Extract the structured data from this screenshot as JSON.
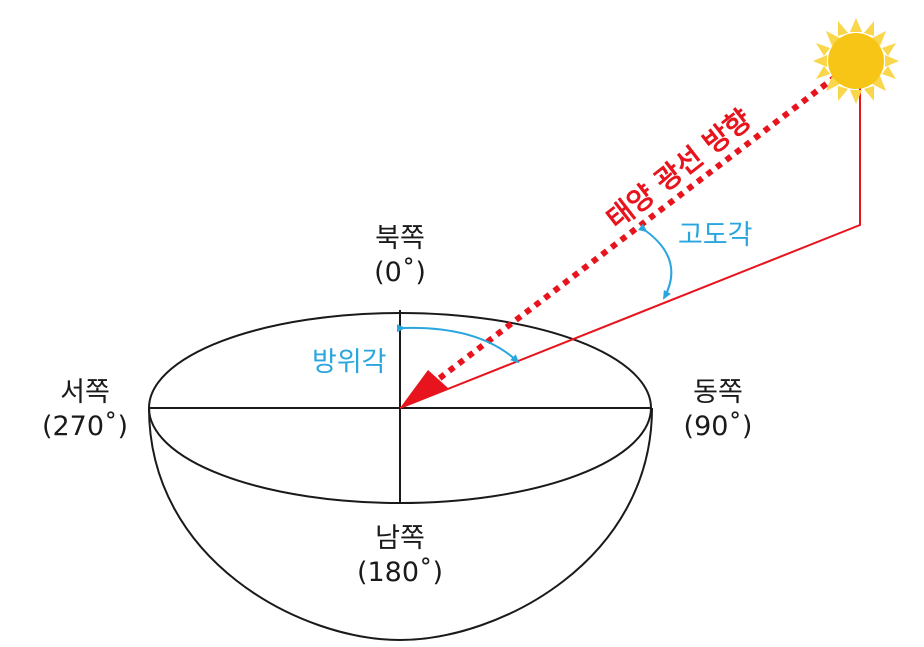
{
  "directions": {
    "north": {
      "name": "북쪽",
      "deg": "(0˚)"
    },
    "east": {
      "name": "동쪽",
      "deg": "(90˚)"
    },
    "south": {
      "name": "남쪽",
      "deg": "(180˚)"
    },
    "west": {
      "name": "서쪽",
      "deg": "(270˚)"
    }
  },
  "angles": {
    "azimuth": "방위각",
    "altitude": "고도각"
  },
  "ray_label": "태양 광선 방향",
  "colors": {
    "outline": "#1a1a1a",
    "ray": "#e8141d",
    "projection": "#e8141d",
    "angle": "#2aa6df",
    "sun_fill": "#f6c516",
    "sun_rays": "#f9d64a"
  },
  "icons": {
    "sun": "sun-icon"
  }
}
